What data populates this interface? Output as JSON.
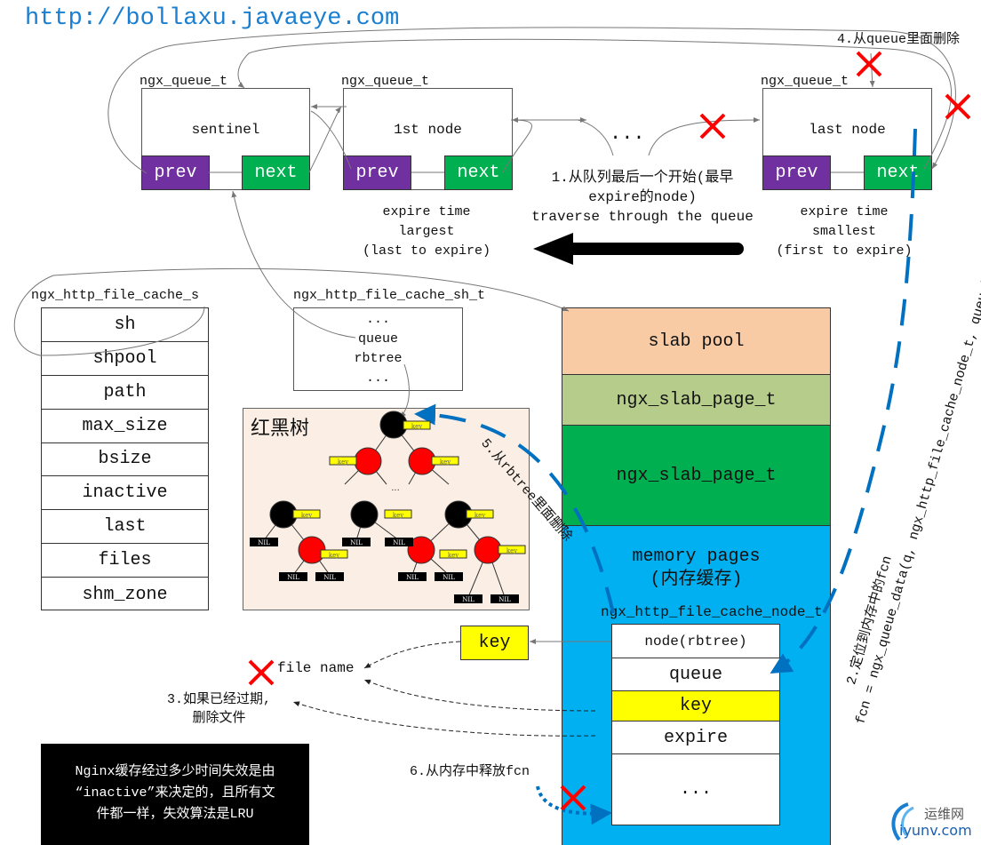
{
  "watermark": "http://bollaxu.javaeye.com",
  "logo": {
    "cn": "运维网",
    "en": "iyunv.com"
  },
  "queue": {
    "type_label": "ngx_queue_t",
    "nodes": [
      {
        "title": "sentinel",
        "prev": "prev",
        "next": "next"
      },
      {
        "title": "1st node",
        "prev": "prev",
        "next": "next"
      },
      {
        "title": "last node",
        "prev": "prev",
        "next": "next"
      }
    ],
    "ellipsis": "...",
    "first_expire": [
      "expire time",
      "largest",
      "(last to expire)"
    ],
    "last_expire": [
      "expire time",
      "smallest",
      "(first to expire)"
    ]
  },
  "steps": {
    "step1": [
      "1.从队列最后一个开始(最早",
      "expire的node)",
      "traverse through the queue"
    ],
    "step2": [
      "2.定位到内存中的fcn",
      "fcn = ngx_queue_data(q, ngx_http_file_cache_node_t, queue);"
    ],
    "step3": [
      "3.如果已经过期,",
      "删除文件"
    ],
    "step4": "4.从queue里面删除",
    "step5": "5.从rbtree里面删除",
    "step6": "6.从内存中释放fcn"
  },
  "cache_s": {
    "label": "ngx_http_file_cache_s",
    "fields": [
      "sh",
      "shpool",
      "path",
      "max_size",
      "bsize",
      "inactive",
      "last",
      "files",
      "shm_zone"
    ]
  },
  "cache_sh": {
    "label": "ngx_http_file_cache_sh_t",
    "fields": [
      "...",
      "queue",
      "rbtree",
      "..."
    ]
  },
  "rbtree": {
    "title": "红黑树",
    "key": "key",
    "nil": "NIL",
    "ellipsis": "..."
  },
  "slab": {
    "sections": [
      "slab pool",
      "ngx_slab_page_t",
      "ngx_slab_page_t"
    ],
    "memory_pages": [
      "memory pages",
      "(内存缓存)"
    ],
    "colors": [
      "#f8cba5",
      "#b6cc8a",
      "#00b050",
      "#00b0f0"
    ]
  },
  "cache_node": {
    "label": "ngx_http_file_cache_node_t",
    "fields": [
      "node(rbtree)",
      "queue",
      "key",
      "expire",
      "..."
    ]
  },
  "key_box": "key",
  "file_name": "file name",
  "note": [
    "Nginx缓存经过多少时间失效是由",
    "“inactive”来决定的，且所有文",
    "件都一样，失效算法是LRU"
  ],
  "colors": {
    "prev": "#7030a0",
    "next": "#00b050",
    "key": "#ffff00",
    "dash": "#0070c0",
    "cross": "#ff0000",
    "watermark": "#1a7fd0"
  }
}
